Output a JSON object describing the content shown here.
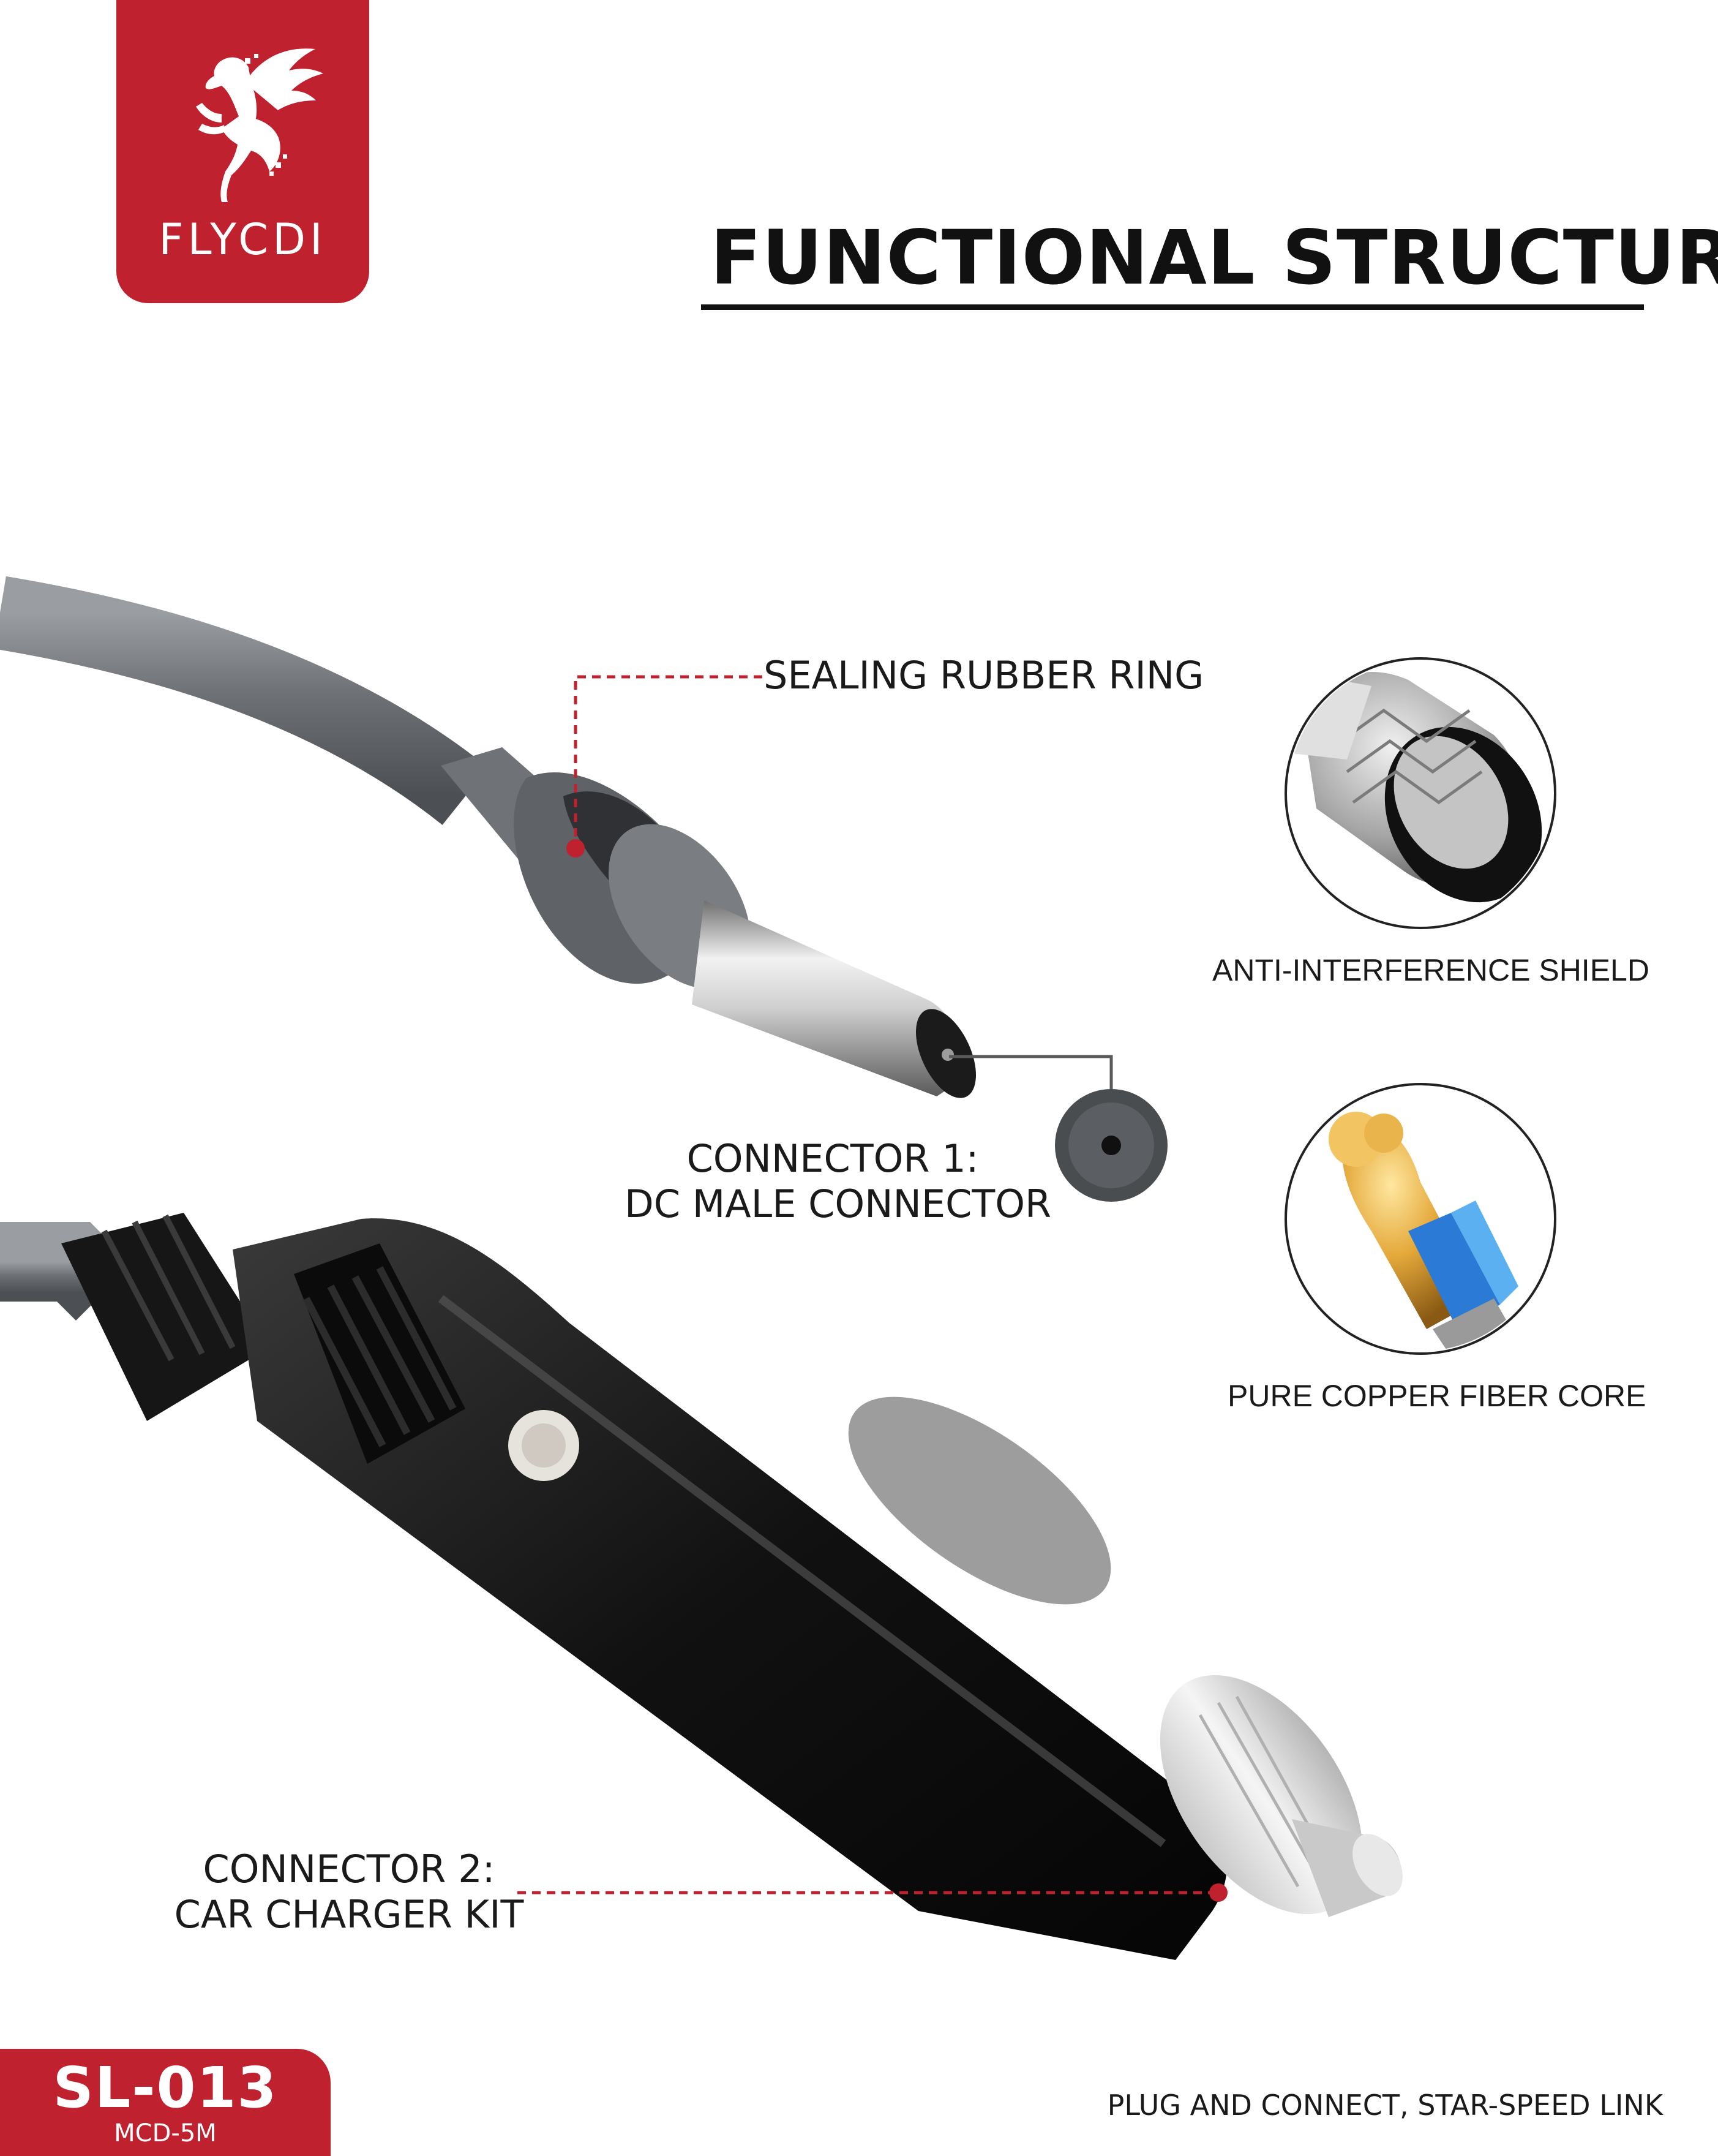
{
  "brand": {
    "name": "FLYCDI",
    "logo_icon": "pegasus-icon",
    "color": "#c0212f"
  },
  "title": "FUNCTIONAL STRUCTURE",
  "callouts": {
    "sealing_ring": "SEALING RUBBER RING",
    "connector1_line1": "CONNECTOR 1:",
    "connector1_line2": "DC MALE CONNECTOR",
    "connector2_line1": "CONNECTOR 2:",
    "connector2_line2": "CAR CHARGER KIT"
  },
  "features": [
    {
      "label": "ANTI-INTERFERENCE SHIELD",
      "icon": "braided-shield-icon"
    },
    {
      "label": "PURE COPPER FIBER CORE",
      "icon": "copper-core-icon"
    }
  ],
  "model": {
    "number": "SL-013",
    "variant": "MCD-5M"
  },
  "tagline": "PLUG AND CONNECT, STAR-SPEED LINK"
}
